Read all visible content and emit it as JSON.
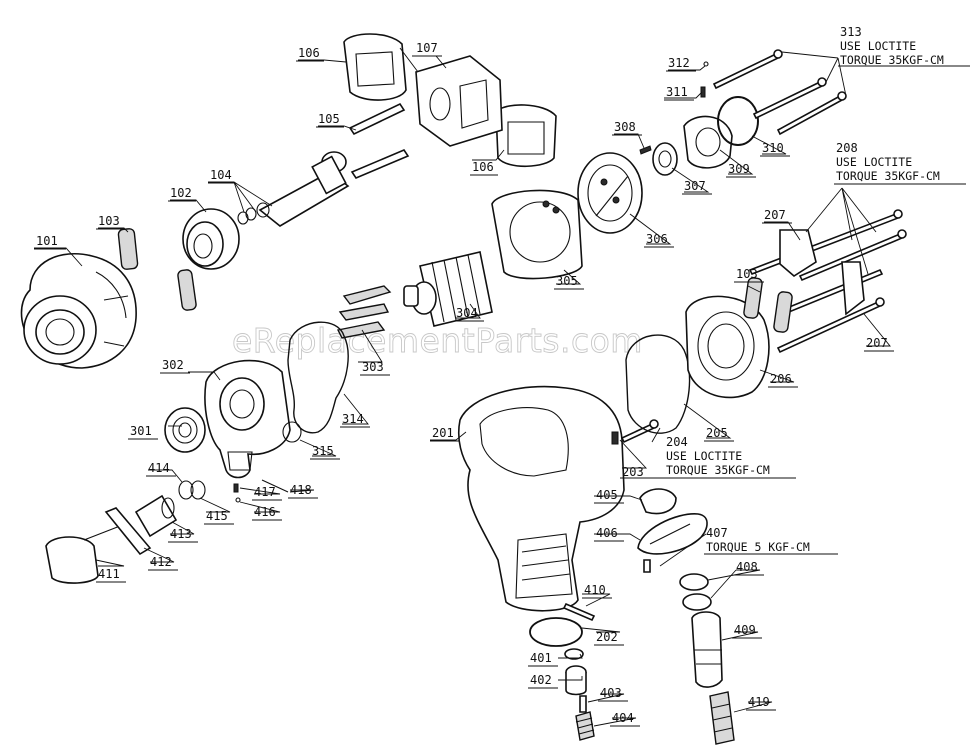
{
  "watermark": "eReplacementParts.com",
  "parts": [
    {
      "id": "p101",
      "label": "101"
    },
    {
      "id": "p102",
      "label": "102"
    },
    {
      "id": "p103a",
      "label": "103"
    },
    {
      "id": "p103b",
      "label": "103"
    },
    {
      "id": "p104",
      "label": "104"
    },
    {
      "id": "p105",
      "label": "105"
    },
    {
      "id": "p106a",
      "label": "106"
    },
    {
      "id": "p106b",
      "label": "106"
    },
    {
      "id": "p107",
      "label": "107"
    },
    {
      "id": "p201",
      "label": "201"
    },
    {
      "id": "p202",
      "label": "202"
    },
    {
      "id": "p203",
      "label": "203"
    },
    {
      "id": "p204",
      "label": "204"
    },
    {
      "id": "p205",
      "label": "205"
    },
    {
      "id": "p206",
      "label": "206"
    },
    {
      "id": "p207a",
      "label": "207"
    },
    {
      "id": "p207b",
      "label": "207"
    },
    {
      "id": "p208",
      "label": "208"
    },
    {
      "id": "p301",
      "label": "301"
    },
    {
      "id": "p302",
      "label": "302"
    },
    {
      "id": "p303",
      "label": "303"
    },
    {
      "id": "p304",
      "label": "304"
    },
    {
      "id": "p305",
      "label": "305"
    },
    {
      "id": "p306",
      "label": "306"
    },
    {
      "id": "p307",
      "label": "307"
    },
    {
      "id": "p308",
      "label": "308"
    },
    {
      "id": "p309",
      "label": "309"
    },
    {
      "id": "p310",
      "label": "310"
    },
    {
      "id": "p311",
      "label": "311"
    },
    {
      "id": "p312",
      "label": "312"
    },
    {
      "id": "p313",
      "label": "313"
    },
    {
      "id": "p314",
      "label": "314"
    },
    {
      "id": "p315",
      "label": "315"
    },
    {
      "id": "p401",
      "label": "401"
    },
    {
      "id": "p402",
      "label": "402"
    },
    {
      "id": "p403",
      "label": "403"
    },
    {
      "id": "p404",
      "label": "404"
    },
    {
      "id": "p405",
      "label": "405"
    },
    {
      "id": "p406",
      "label": "406"
    },
    {
      "id": "p407",
      "label": "407"
    },
    {
      "id": "p408",
      "label": "408"
    },
    {
      "id": "p409",
      "label": "409"
    },
    {
      "id": "p410",
      "label": "410"
    },
    {
      "id": "p411",
      "label": "411"
    },
    {
      "id": "p412",
      "label": "412"
    },
    {
      "id": "p413",
      "label": "413"
    },
    {
      "id": "p414",
      "label": "414"
    },
    {
      "id": "p415",
      "label": "415"
    },
    {
      "id": "p416",
      "label": "416"
    },
    {
      "id": "p417",
      "label": "417"
    },
    {
      "id": "p418",
      "label": "418"
    },
    {
      "id": "p419",
      "label": "419"
    }
  ],
  "notes": {
    "n313": [
      "USE LOCTITE",
      "TORQUE 35KGF-CM"
    ],
    "n208": [
      "USE LOCTITE",
      "TORQUE 35KGF-CM"
    ],
    "n204": [
      "USE LOCTITE",
      "TORQUE 35KGF-CM"
    ],
    "n407": [
      "TORQUE 5 KGF-CM"
    ]
  }
}
